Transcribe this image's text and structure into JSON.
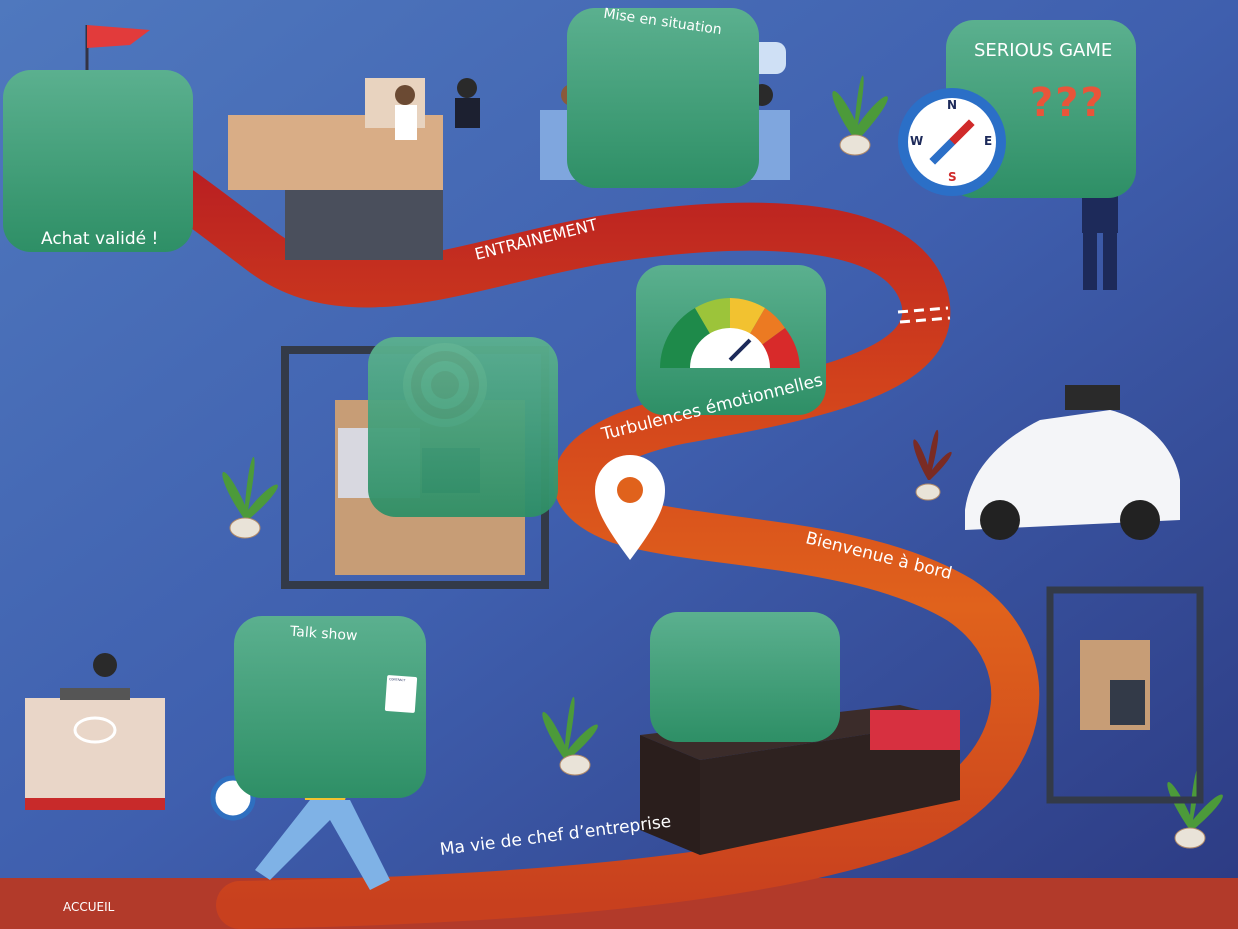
{
  "map": {
    "stops": [
      {
        "id": "accueil",
        "label": "ACCUEIL"
      },
      {
        "id": "talk-show",
        "label": "Talk show"
      },
      {
        "id": "chef",
        "label": "Ma vie de chef d’entreprise"
      },
      {
        "id": "bienvenue",
        "label": "Bienvenue à bord"
      },
      {
        "id": "turbulences",
        "label": "Turbulences émotionnelles"
      },
      {
        "id": "serious-game",
        "label": "SERIOUS GAME"
      },
      {
        "id": "mise",
        "label": "Mise en situation"
      },
      {
        "id": "entrainement",
        "label": "ENTRAINEMENT"
      },
      {
        "id": "achat",
        "label": "Achat validé !"
      }
    ],
    "compass": {
      "n": "N",
      "e": "E",
      "s": "S",
      "w": "W"
    },
    "question_marks": "???",
    "contract": "CONTRACT"
  },
  "colors": {
    "bg_top": "#5a86c8",
    "bg_bottom": "#2e3a80",
    "road_red": "#b81d22",
    "road_orange": "#e0621c",
    "card_green": "#3a9a72"
  }
}
